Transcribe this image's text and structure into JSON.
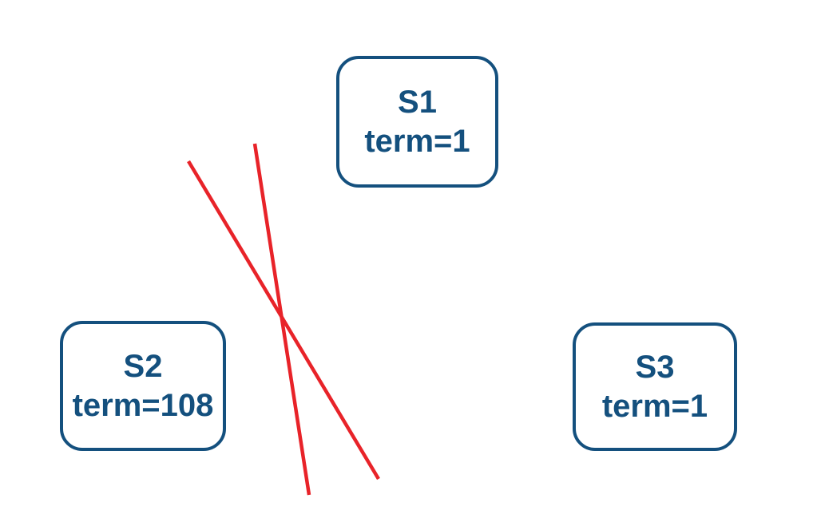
{
  "diagram": {
    "nodes": [
      {
        "id": "S1",
        "label": "S1",
        "term": "term=1"
      },
      {
        "id": "S2",
        "label": "S2",
        "term": "term=108"
      },
      {
        "id": "S3",
        "label": "S3",
        "term": "term=1"
      }
    ],
    "annotations": [
      {
        "name": "cross-out-mark",
        "description": "two crossing red strike lines between S1 and S2"
      }
    ]
  },
  "colors": {
    "node_border": "#14507E",
    "node_text": "#14507E",
    "strike": "#E82329",
    "background": "#FFFFFF"
  }
}
